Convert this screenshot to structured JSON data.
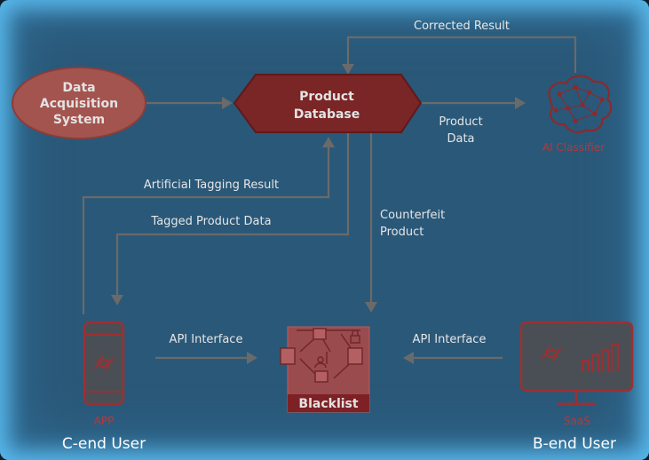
{
  "nodes": {
    "data_acquisition": [
      "Data",
      "Acquisition",
      "System"
    ],
    "product_database": [
      "Product",
      "Database"
    ],
    "ai_classifier": "AI Classifier",
    "app": "APP",
    "blacklist": "Blacklist",
    "saas": "SaaS"
  },
  "edges": {
    "corrected_result": "Corrected Result",
    "product_data": [
      "Product",
      "Data"
    ],
    "artificial_tagging_result": "Artificial Tagging Result",
    "tagged_product_data": "Tagged Product Data",
    "counterfeit_product": [
      "Counterfeit",
      "Product"
    ],
    "api_interface_left": "API Interface",
    "api_interface_right": "API Interface"
  },
  "users": {
    "c_end": "C-end User",
    "b_end": "B-end User"
  }
}
